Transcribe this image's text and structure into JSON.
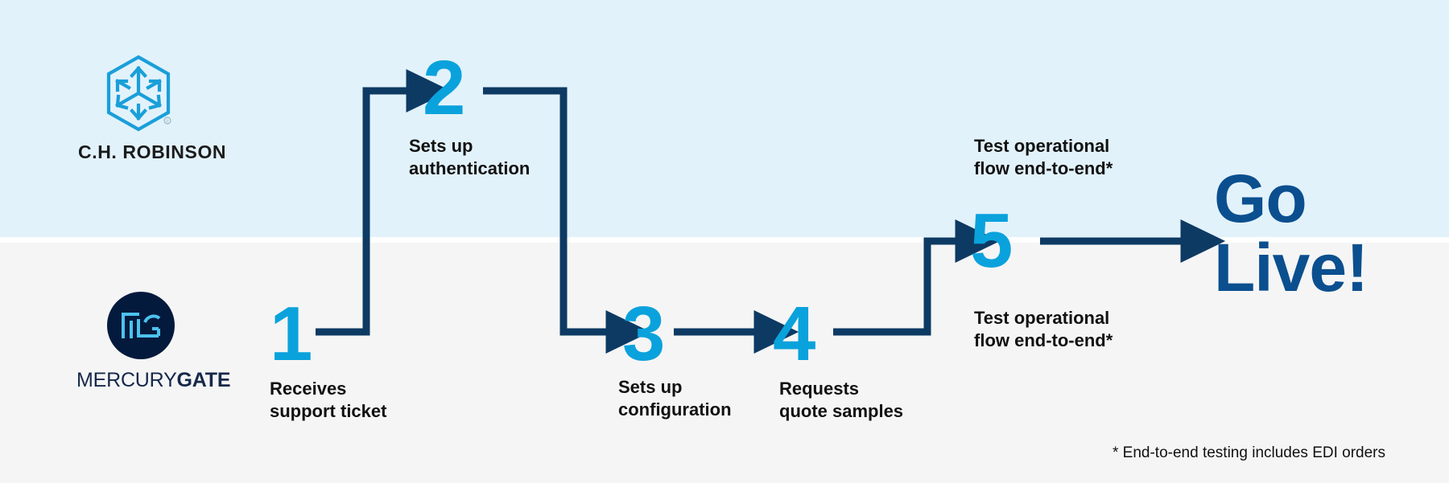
{
  "theme": {
    "band_top_color": "#e2f2fb",
    "band_bottom_color": "#f5f5f5",
    "step_number_color": "#0aa2dc",
    "connector_color": "#0d3a63",
    "golive_color": "#0b4f8f",
    "label_color": "#111111",
    "mg_circle_color": "#041a3d",
    "mg_mark_color": "#4cc2ee",
    "chr_mark_color": "#1a9fd9"
  },
  "lanes": {
    "top": {
      "name": "C.H. Robinson lane"
    },
    "bottom": {
      "name": "MercuryGate lane"
    }
  },
  "logos": {
    "chrobinson": {
      "name": "C.H. Robinson",
      "wordmark": "C.H. ROBINSON",
      "mark": "hexagon-arrows-icon"
    },
    "mercurygate": {
      "name": "MercuryGate",
      "wordmark_light": "MERCURY",
      "wordmark_bold": "GATE",
      "mark": "mg-monogram-icon"
    }
  },
  "steps": [
    {
      "number": "1",
      "label": "Receives\nsupport ticket",
      "lane": "bottom"
    },
    {
      "number": "2",
      "label": "Sets up\nauthentication",
      "lane": "top"
    },
    {
      "number": "3",
      "label": "Sets up\nconfiguration",
      "lane": "bottom"
    },
    {
      "number": "4",
      "label": "Requests\nquote samples",
      "lane": "bottom"
    },
    {
      "number": "5",
      "label_top": "Test operational\nflow end-to-end*",
      "label_bottom": "Test operational\nflow end-to-end*",
      "lane": "both"
    }
  ],
  "outcome": {
    "label": "Go\nLive!"
  },
  "footnote": {
    "text": "* End-to-end testing includes EDI orders"
  }
}
